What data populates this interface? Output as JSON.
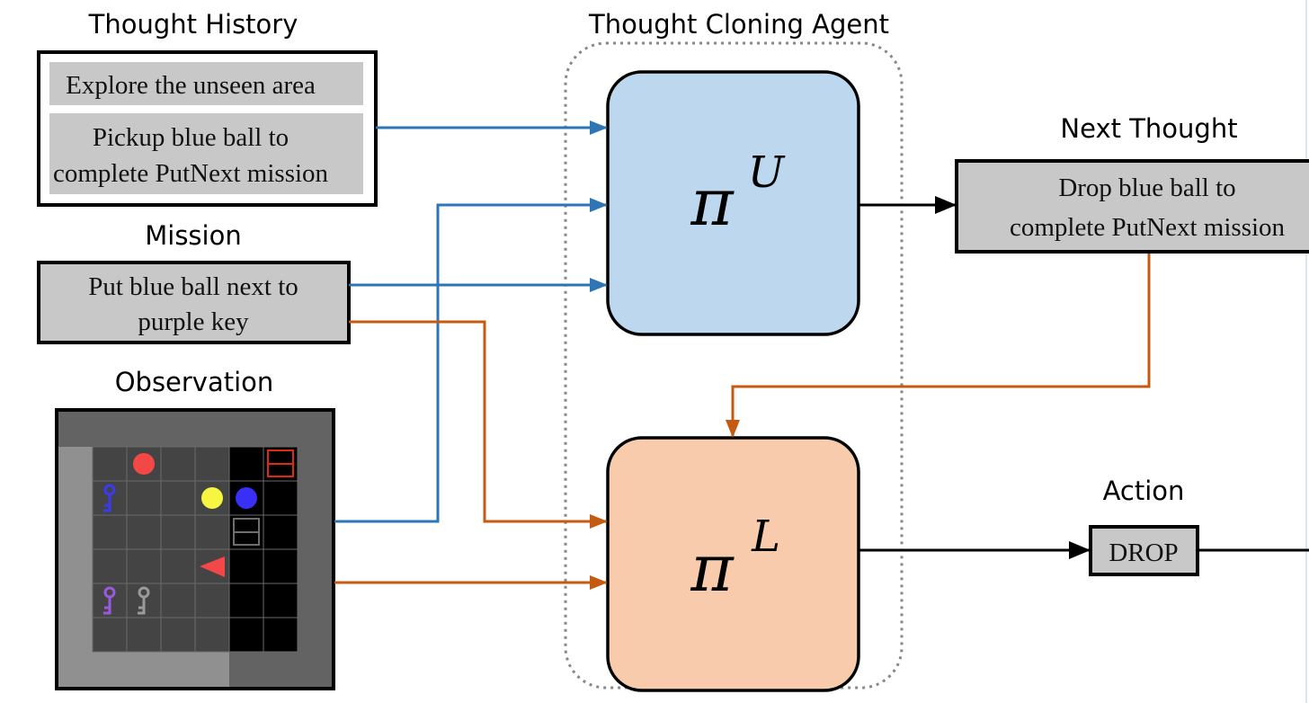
{
  "labels": {
    "thought_history": "Thought History",
    "mission": "Mission",
    "observation": "Observation",
    "agent": "Thought Cloning Agent",
    "next_thought": "Next Thought",
    "action": "Action"
  },
  "thought_history": [
    "Explore the unseen area",
    "Pickup blue ball to",
    "complete PutNext mission"
  ],
  "mission": [
    "Put blue ball next to",
    "purple key"
  ],
  "next_thought": [
    "Drop blue ball to",
    "complete PutNext mission"
  ],
  "action": "DROP",
  "policies": {
    "upper": {
      "symbol": "π",
      "sup": "U",
      "color": "#bdd7ee"
    },
    "lower": {
      "symbol": "π",
      "sup": "L",
      "color": "#f8cbad"
    }
  },
  "colors": {
    "blue_arrow": "#2e75b6",
    "orange_arrow": "#c55a11",
    "box_gray": "#c8c8c8"
  },
  "observation_grid": {
    "rows": 6,
    "cols": 6,
    "objects": [
      {
        "type": "ball",
        "color": "#f44848",
        "row": 0,
        "col": 1
      },
      {
        "type": "door",
        "color": "#e02a10",
        "row": 0,
        "col": 5
      },
      {
        "type": "key",
        "color": "#3a3af0",
        "row": 1,
        "col": 0
      },
      {
        "type": "ball",
        "color": "#f5f542",
        "row": 1,
        "col": 3
      },
      {
        "type": "ball",
        "color": "#3a30f5",
        "row": 1,
        "col": 4
      },
      {
        "type": "door",
        "color": "#6e6e6e",
        "row": 2,
        "col": 4
      },
      {
        "type": "agent",
        "color": "#f44848",
        "row": 3,
        "col": 3
      },
      {
        "type": "key",
        "color": "#9a5ae0",
        "row": 4,
        "col": 0
      },
      {
        "type": "key",
        "color": "#9a9a9a",
        "row": 4,
        "col": 1
      }
    ]
  }
}
